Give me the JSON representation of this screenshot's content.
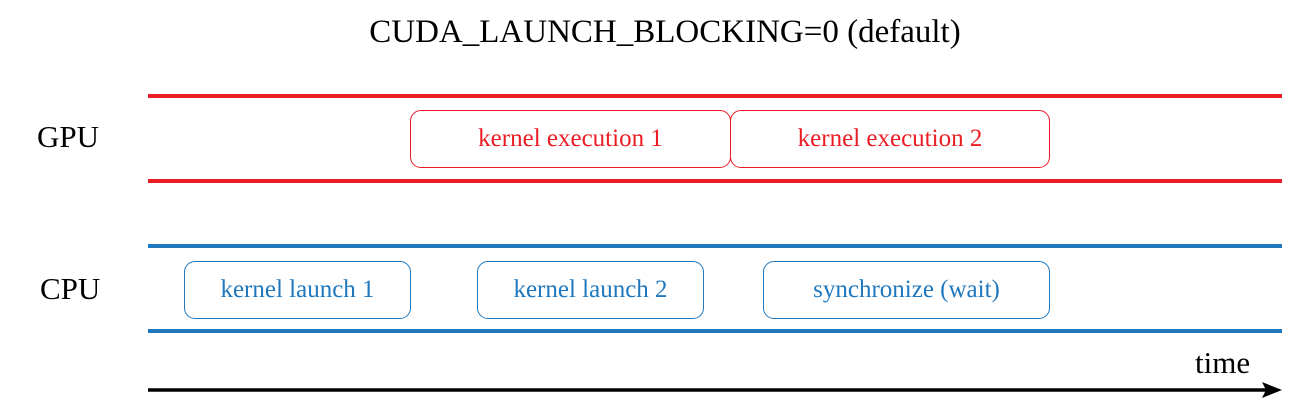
{
  "title": "CUDA_LAUNCH_BLOCKING=0 (default)",
  "lanes": {
    "gpu": {
      "label": "GPU",
      "color": "#ea1c24",
      "boxes": [
        "kernel execution 1",
        "kernel execution 2"
      ]
    },
    "cpu": {
      "label": "CPU",
      "color": "#1f78be",
      "boxes": [
        "kernel launch 1",
        "kernel launch 2",
        "synchronize (wait)"
      ]
    }
  },
  "axis": {
    "label": "time"
  }
}
